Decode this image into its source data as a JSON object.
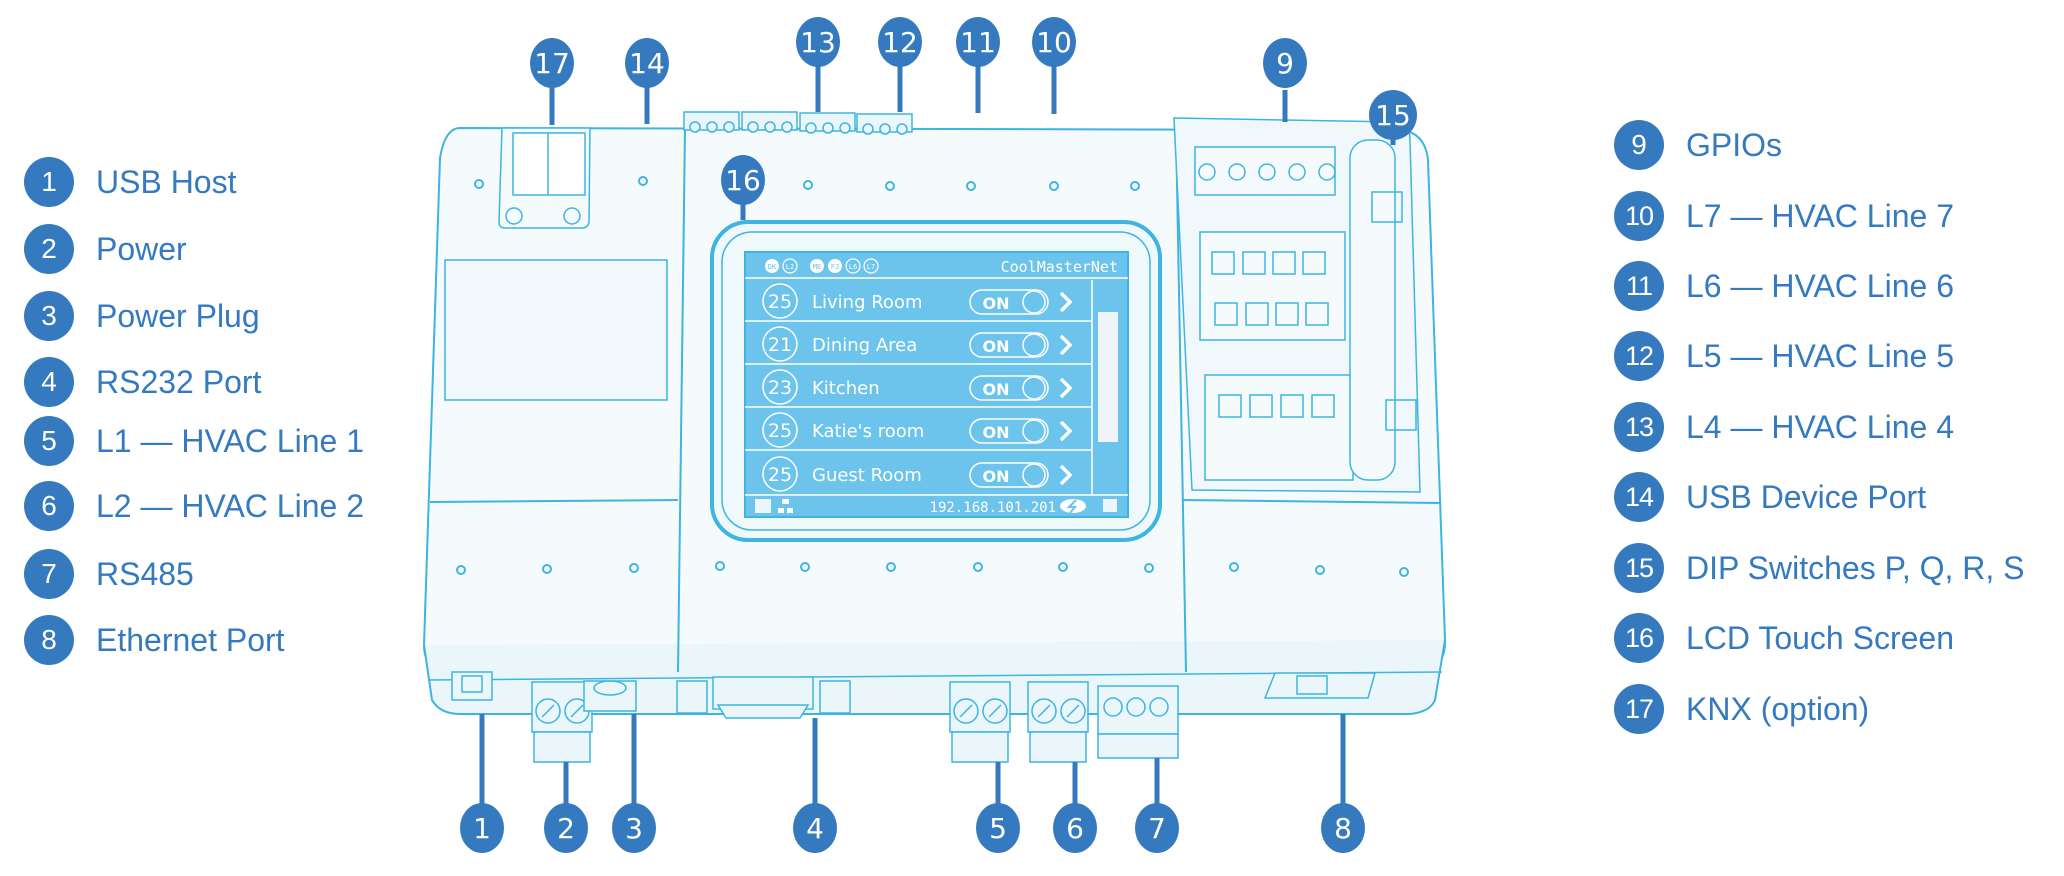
{
  "colors": {
    "accent": "#357ABF",
    "device_outline": "#3DB5E0",
    "device_fill": "#F5FBFD",
    "lcd_background": "#6CC4EC",
    "lcd_text": "#FFFFFF"
  },
  "legend_left": [
    {
      "num": "1",
      "label": "USB Host"
    },
    {
      "num": "2",
      "label": "Power"
    },
    {
      "num": "3",
      "label": "Power Plug"
    },
    {
      "num": "4",
      "label": "RS232 Port"
    },
    {
      "num": "5",
      "label": "L1 — HVAC Line 1"
    },
    {
      "num": "6",
      "label": "L2 — HVAC Line 2"
    },
    {
      "num": "7",
      "label": "RS485"
    },
    {
      "num": "8",
      "label": "Ethernet Port"
    }
  ],
  "legend_right": [
    {
      "num": "9",
      "label": "GPIOs"
    },
    {
      "num": "10",
      "label": "L7 — HVAC Line 7"
    },
    {
      "num": "11",
      "label": "L6 — HVAC Line 6"
    },
    {
      "num": "12",
      "label": "L5 — HVAC Line 5"
    },
    {
      "num": "13",
      "label": "L4 — HVAC Line 4"
    },
    {
      "num": "14",
      "label": "USB Device Port"
    },
    {
      "num": "15",
      "label": "DIP Switches P, Q, R, S"
    },
    {
      "num": "16",
      "label": "LCD Touch Screen"
    },
    {
      "num": "17",
      "label": "KNX (option)"
    }
  ],
  "callouts": {
    "c1": "1",
    "c2": "2",
    "c3": "3",
    "c4": "4",
    "c5": "5",
    "c6": "6",
    "c7": "7",
    "c8": "8",
    "c9": "9",
    "c10": "10",
    "c11": "11",
    "c12": "12",
    "c13": "13",
    "c14": "14",
    "c15": "15",
    "c16": "16",
    "c17": "17"
  },
  "lcd": {
    "title": "CoolMasterNet",
    "status_icons": [
      "DK",
      "L2",
      "ME",
      "FJ",
      "L6",
      "L7"
    ],
    "rooms": [
      {
        "temp": "25",
        "name": "Living Room",
        "state": "ON"
      },
      {
        "temp": "21",
        "name": "Dining Area",
        "state": "ON"
      },
      {
        "temp": "23",
        "name": "Kitchen",
        "state": "ON"
      },
      {
        "temp": "25",
        "name": "Katie's room",
        "state": "ON"
      },
      {
        "temp": "25",
        "name": "Guest Room",
        "state": "ON"
      }
    ],
    "ip_address": "192.168.101.201",
    "footer_icons": [
      "usb-icon",
      "network-icon",
      "cloud-icon",
      "ethernet-icon"
    ]
  }
}
